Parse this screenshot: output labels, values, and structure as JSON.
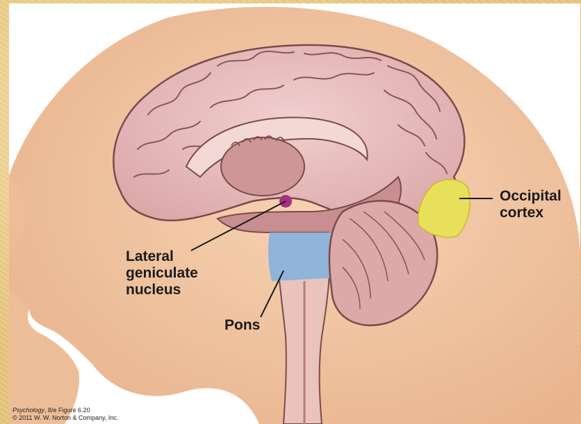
{
  "labels": {
    "occipital": [
      "Occipital",
      "cortex"
    ],
    "lgn": [
      "Lateral",
      "geniculate",
      "nucleus"
    ],
    "pons": "Pons"
  },
  "credit": {
    "book": "Psychology",
    "edition_figure": ", 8/e  Figure 6.20",
    "copyright": "© 2011 W. W. Norton & Company, Inc."
  },
  "colors": {
    "page_background": "#e6c67e",
    "skin": "#f3c9a6",
    "brain": "#e8bcbc",
    "brain_outline": "#7a4a4a",
    "occipital_highlight": "#e8e05a",
    "pons_highlight": "#8fb3d9",
    "lgn_highlight": "#a2307e",
    "brainstem": "#e9c3bc"
  }
}
